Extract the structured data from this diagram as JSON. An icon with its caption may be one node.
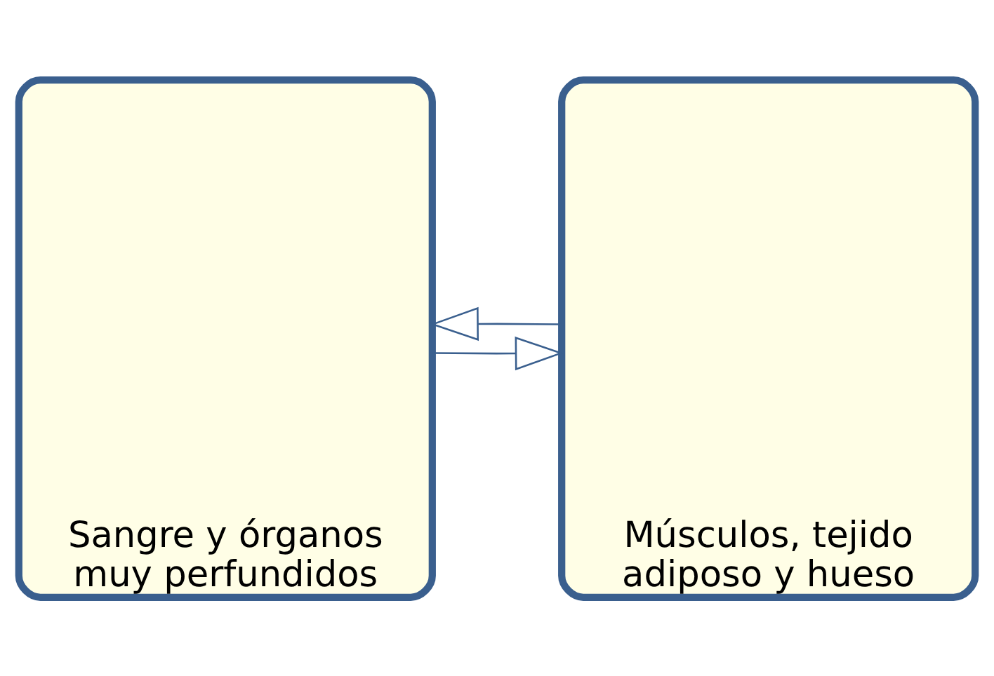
{
  "diagram": {
    "nodes": [
      {
        "text": [
          "Sangre y órganos muy perfundidos"
        ]
      },
      {
        "text": [
          "Músculos, tejido adiposo y hueso"
        ]
      }
    ],
    "edges": [
      {
        "from": 1,
        "to": 0,
        "arrow": "to"
      },
      {
        "from": 0,
        "to": 1,
        "arrow": "to"
      }
    ]
  }
}
